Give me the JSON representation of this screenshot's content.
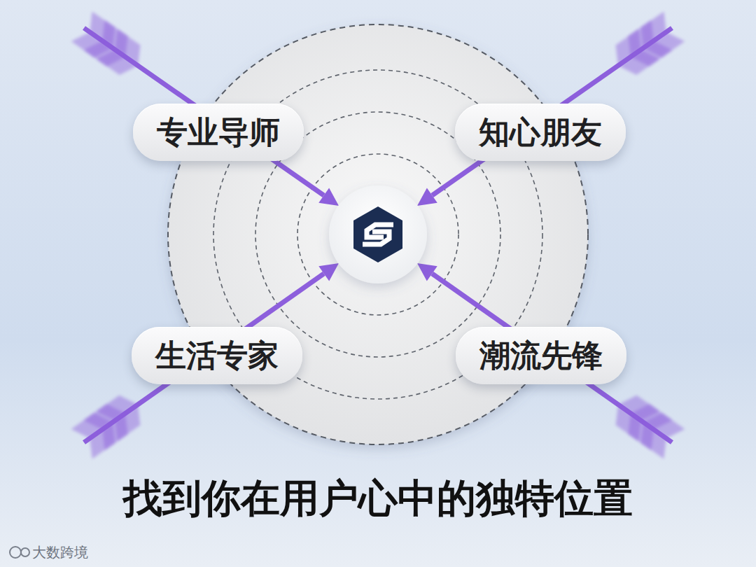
{
  "diagram": {
    "title": "找到你在用户心中的独特位置",
    "nodes": [
      {
        "text": [
          "专业导师"
        ]
      },
      {
        "text": [
          "知心朋友"
        ]
      },
      {
        "text": [
          "生活专家"
        ]
      },
      {
        "text": [
          "潮流先锋"
        ]
      }
    ],
    "labels": [
      "大数跨境"
    ]
  }
}
